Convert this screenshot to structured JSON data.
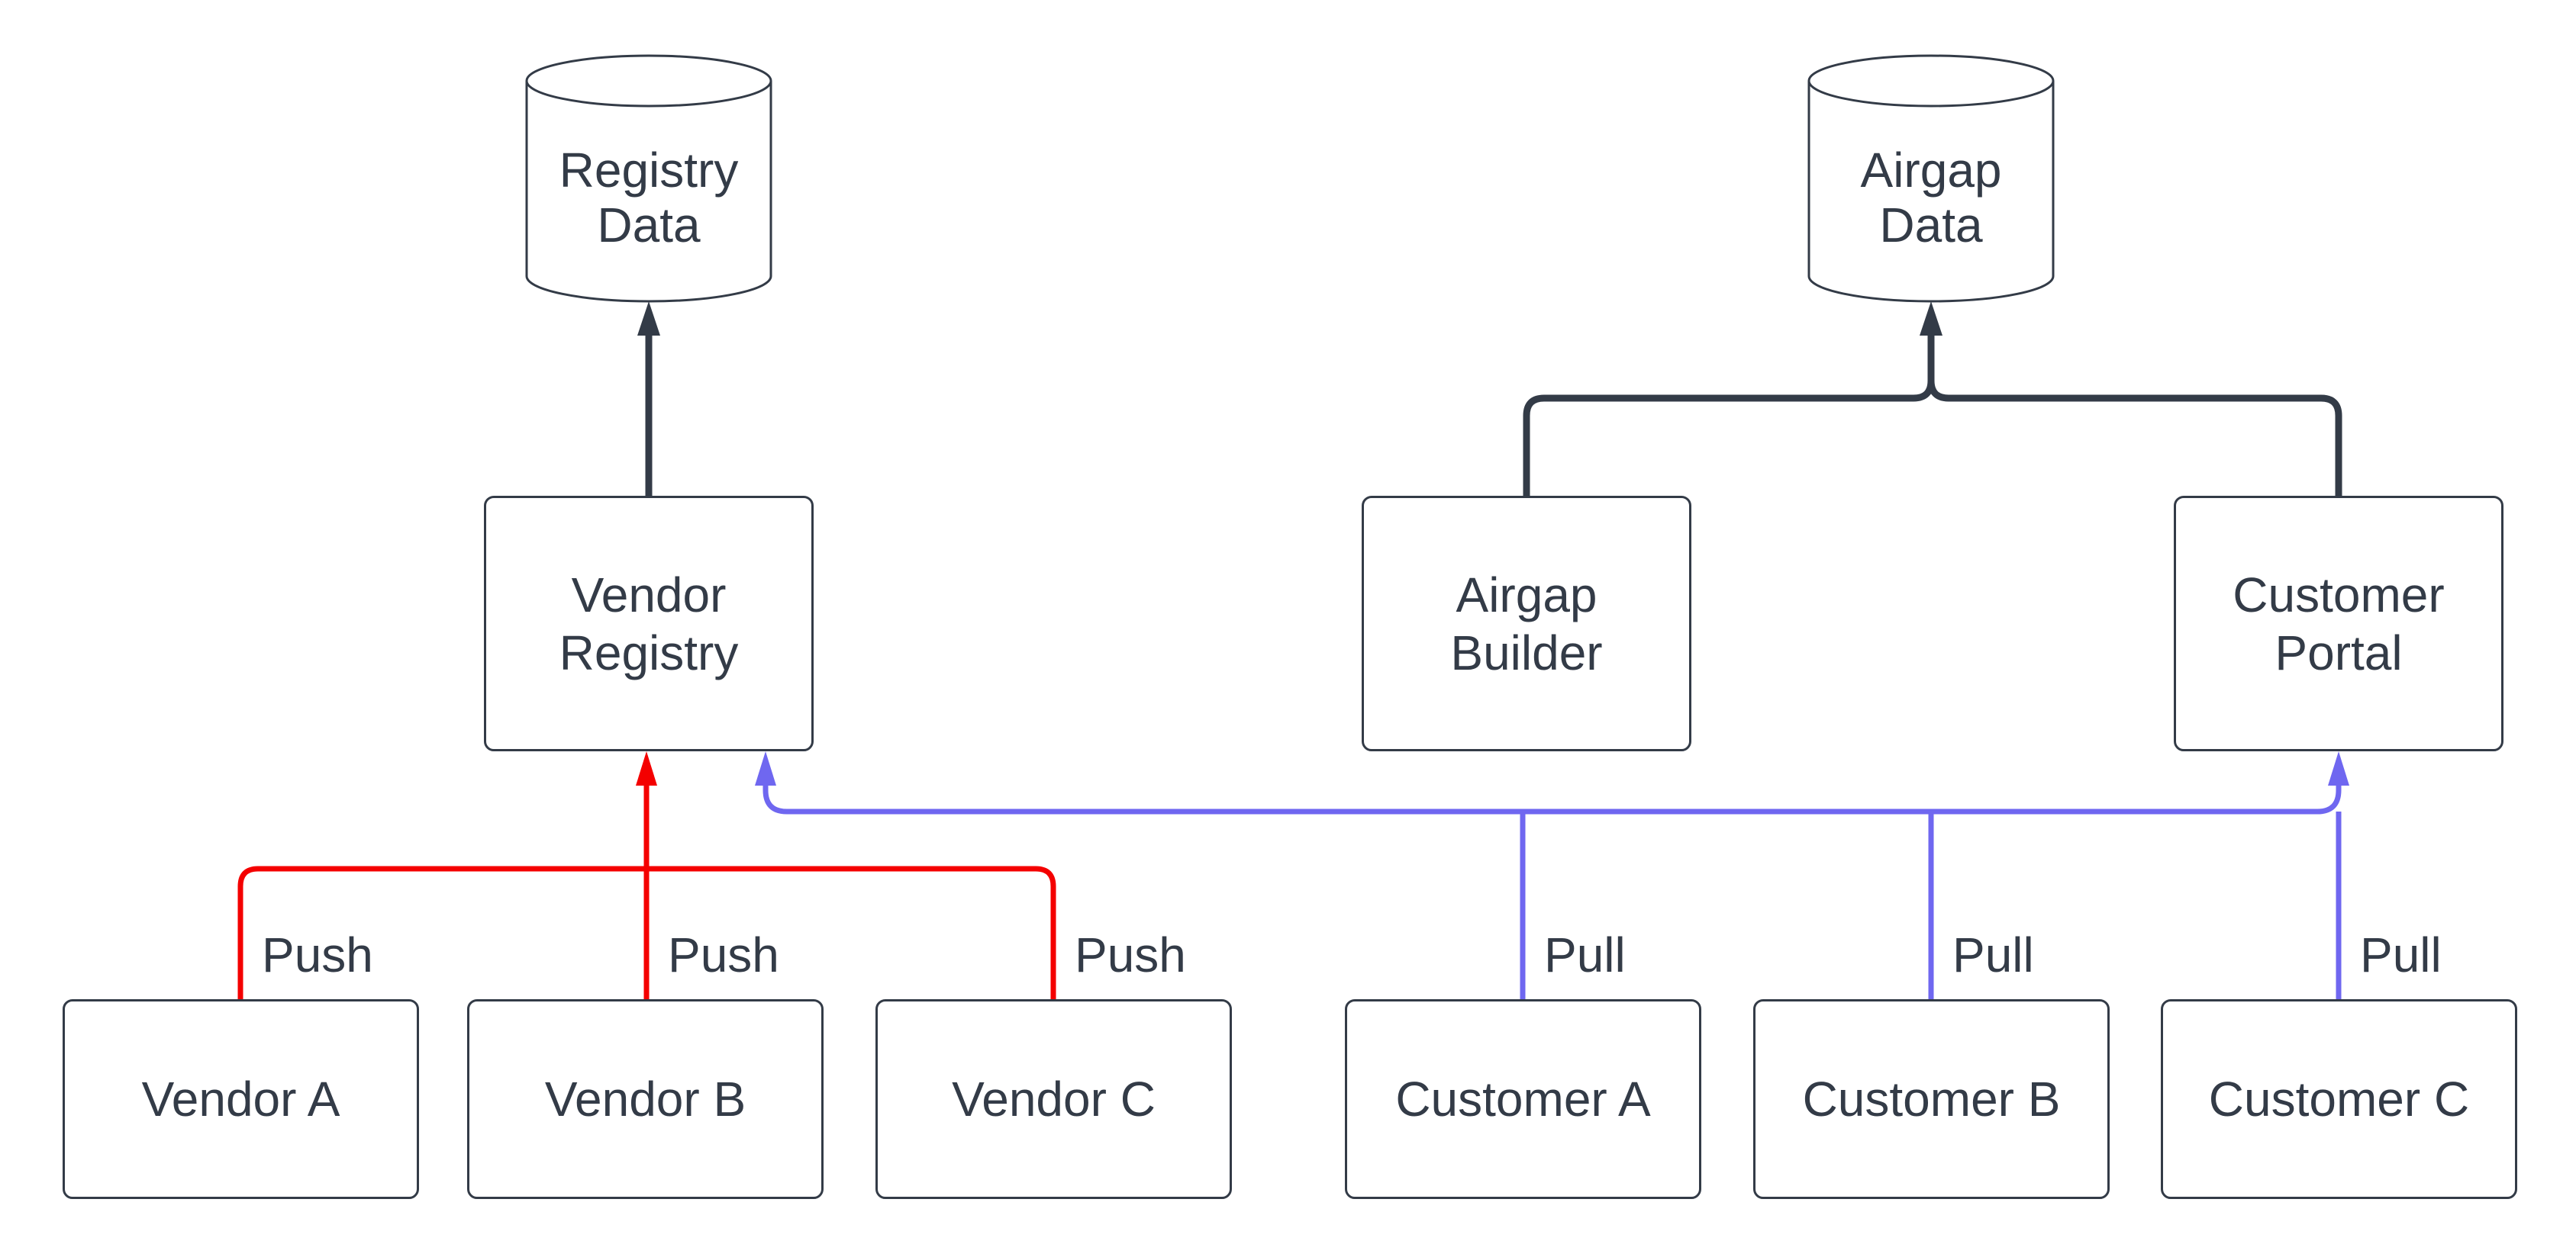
{
  "colors": {
    "line": "#333B47",
    "text": "#333B47",
    "push": "#F40000",
    "pull": "#6F67F0",
    "background": "#FFFFFF"
  },
  "nodes": {
    "registry_data": {
      "shape": "cylinder",
      "lines": [
        "Registry",
        "Data"
      ]
    },
    "airgap_data": {
      "shape": "cylinder",
      "lines": [
        "Airgap",
        "Data"
      ]
    },
    "vendor_registry": {
      "shape": "rect",
      "lines": [
        "Vendor",
        "Registry"
      ]
    },
    "airgap_builder": {
      "shape": "rect",
      "lines": [
        "Airgap",
        "Builder"
      ]
    },
    "customer_portal": {
      "shape": "rect",
      "lines": [
        "Customer",
        "Portal"
      ]
    },
    "vendor_a": {
      "shape": "rect",
      "label": "Vendor A"
    },
    "vendor_b": {
      "shape": "rect",
      "label": "Vendor B"
    },
    "vendor_c": {
      "shape": "rect",
      "label": "Vendor C"
    },
    "customer_a": {
      "shape": "rect",
      "label": "Customer A"
    },
    "customer_b": {
      "shape": "rect",
      "label": "Customer B"
    },
    "customer_c": {
      "shape": "rect",
      "label": "Customer C"
    }
  },
  "edges": {
    "push": [
      {
        "from": "Vendor A",
        "to": "Vendor Registry",
        "label": "Push"
      },
      {
        "from": "Vendor B",
        "to": "Vendor Registry",
        "label": "Push"
      },
      {
        "from": "Vendor C",
        "to": "Vendor Registry",
        "label": "Push"
      }
    ],
    "pull": [
      {
        "from": "Customer A",
        "to": "Vendor Registry / Customer Portal",
        "label": "Pull"
      },
      {
        "from": "Customer B",
        "to": "Vendor Registry / Customer Portal",
        "label": "Pull"
      },
      {
        "from": "Customer C",
        "to": "Vendor Registry / Customer Portal",
        "label": "Pull"
      }
    ],
    "plain": [
      {
        "from": "Vendor Registry",
        "to": "Registry Data"
      },
      {
        "from": "Airgap Builder",
        "to": "Airgap Data"
      },
      {
        "from": "Customer Portal",
        "to": "Airgap Data"
      }
    ]
  }
}
